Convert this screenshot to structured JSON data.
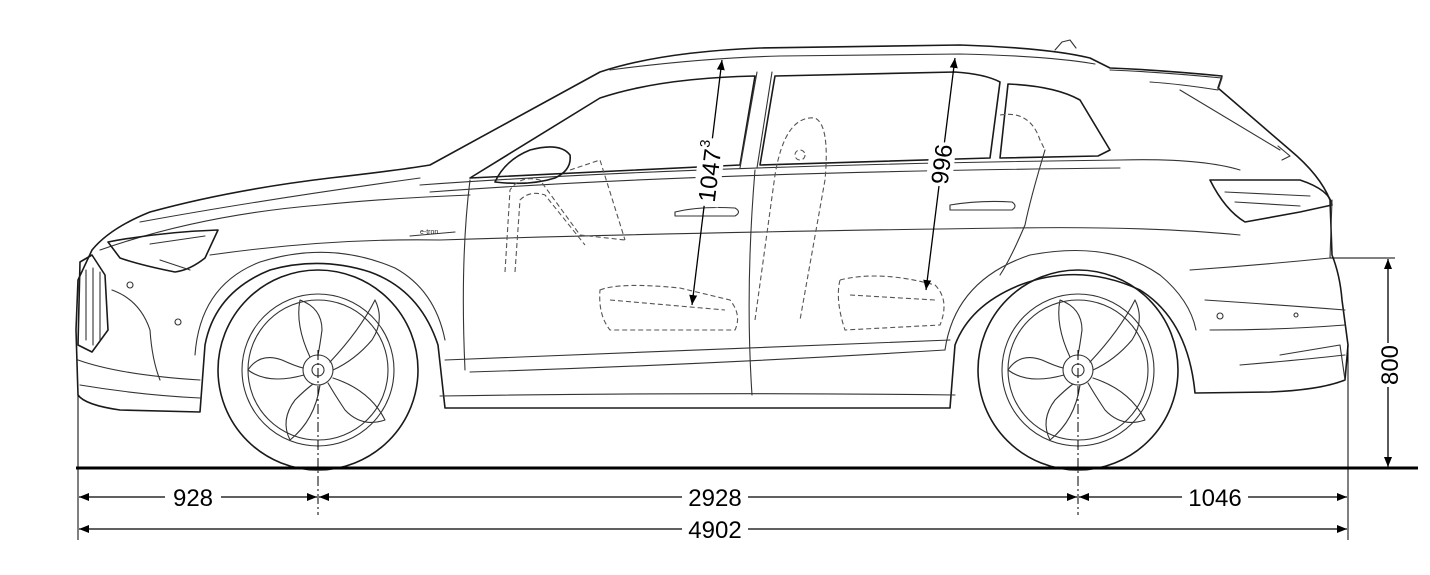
{
  "drawing": {
    "dimensions": {
      "front_overhang": "928",
      "wheelbase": "2928",
      "rear_overhang": "1046",
      "overall_length": "4902",
      "front_headroom": "1047",
      "front_headroom_note": "3",
      "rear_headroom": "996",
      "rear_height": "800"
    },
    "badge": "e-tron",
    "line_color": "#1a1a1a",
    "background": "#ffffff"
  }
}
